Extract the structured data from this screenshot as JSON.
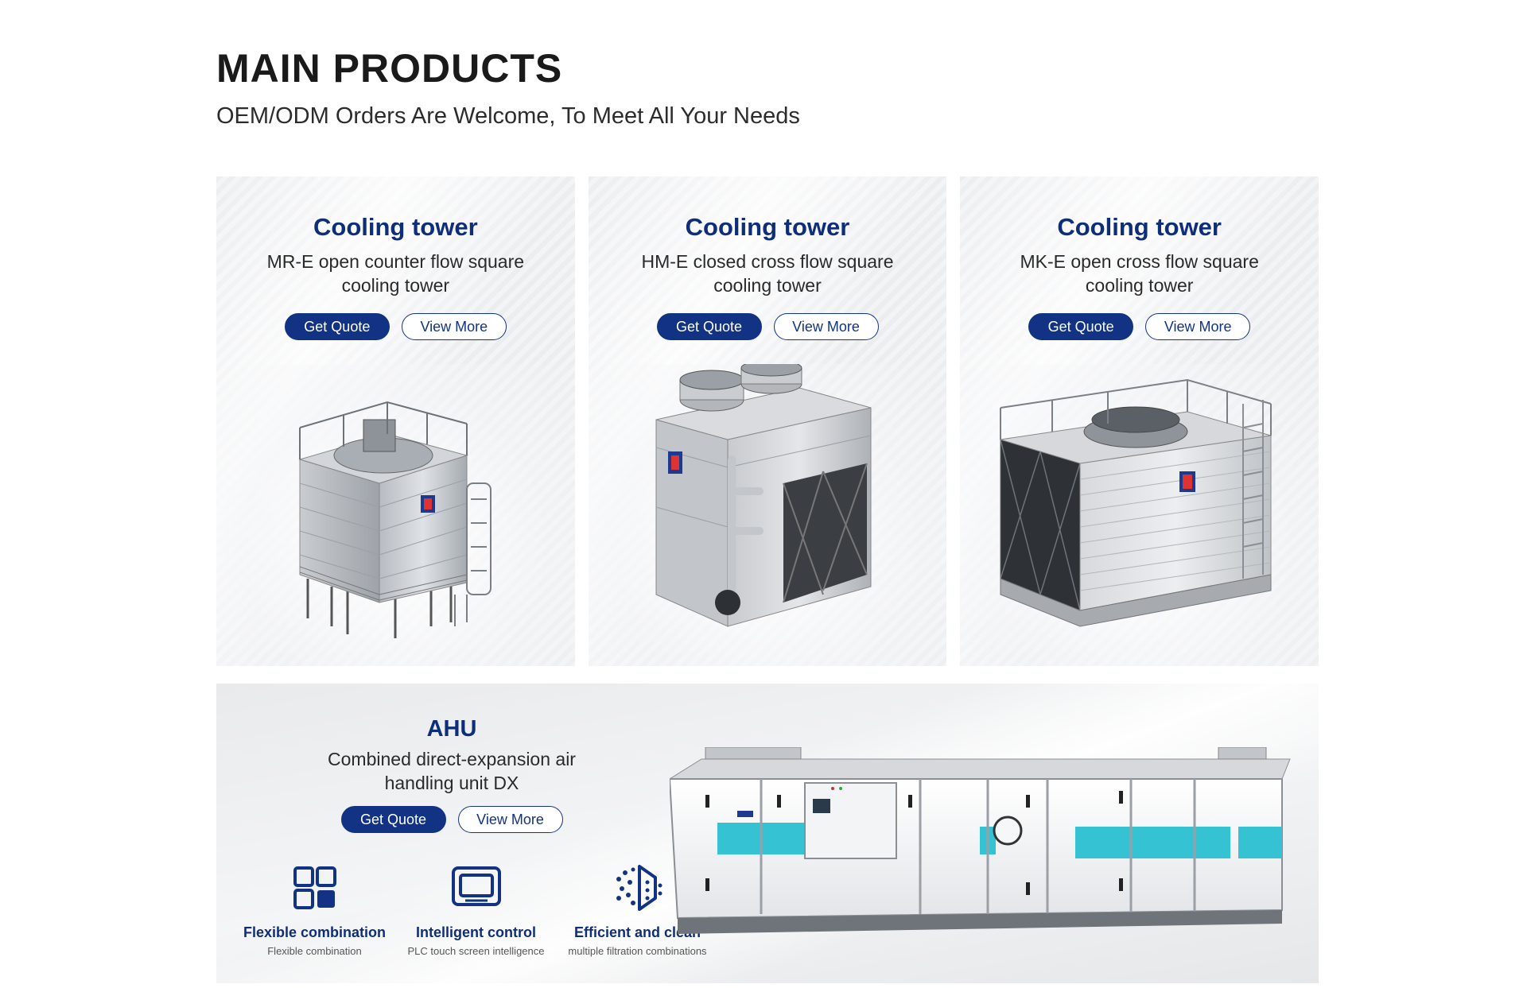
{
  "header": {
    "title": "MAIN PRODUCTS",
    "subtitle": "OEM/ODM Orders Are Welcome, To Meet All Your Needs"
  },
  "cards": [
    {
      "title": "Cooling tower",
      "description": "MR-E open counter flow square cooling tower",
      "get_quote": "Get Quote",
      "view_more": "View More"
    },
    {
      "title": "Cooling tower",
      "description": "HM-E closed cross flow square cooling tower",
      "get_quote": "Get Quote",
      "view_more": "View More"
    },
    {
      "title": "Cooling tower",
      "description": "MK-E open cross flow square cooling tower",
      "get_quote": "Get Quote",
      "view_more": "View More"
    }
  ],
  "banner": {
    "title": "AHU",
    "description": "Combined direct-expansion air handling unit DX",
    "get_quote": "Get Quote",
    "view_more": "View More",
    "features": [
      {
        "icon": "grid-blocks-icon",
        "title": "Flexible combination",
        "subtitle": "Flexible combination"
      },
      {
        "icon": "monitor-screen-icon",
        "title": "Intelligent control",
        "subtitle": "PLC touch screen intelligence"
      },
      {
        "icon": "filter-particles-icon",
        "title": "Efficient and clean",
        "subtitle": "multiple filtration combinations"
      }
    ]
  },
  "colors": {
    "brand_blue": "#123383",
    "title_blue": "#0f2e7a",
    "ahu_stripe": "#35c3d3"
  }
}
